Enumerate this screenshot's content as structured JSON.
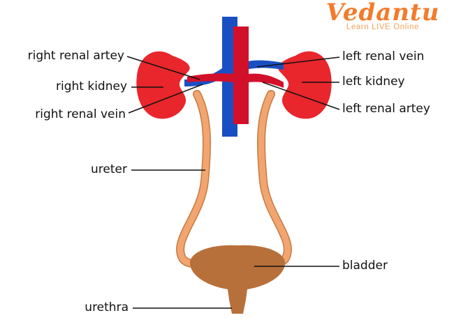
{
  "logo": {
    "name": "Vedantu",
    "tagline": "Learn LIVE Online"
  },
  "labels": {
    "right_renal_artery": "right renal artey",
    "right_kidney": "right kidney",
    "right_renal_vein": "right renal vein",
    "ureter": "ureter",
    "urethra": "urethra",
    "left_renal_vein": "left renal vein",
    "left_kidney": "left kidney",
    "left_renal_artery": "left renal artey",
    "bladder": "bladder"
  },
  "colors": {
    "kidney": "#e8262c",
    "kidney_inner": "#ee4a4d",
    "vein": "#1a4fc4",
    "artery": "#d3102a",
    "ureter": "#f2a56f",
    "ureter_edge": "#c47a45",
    "bladder": "#b8703a",
    "bladder_edge": "#8a5127",
    "logo": "#f37b2b"
  }
}
